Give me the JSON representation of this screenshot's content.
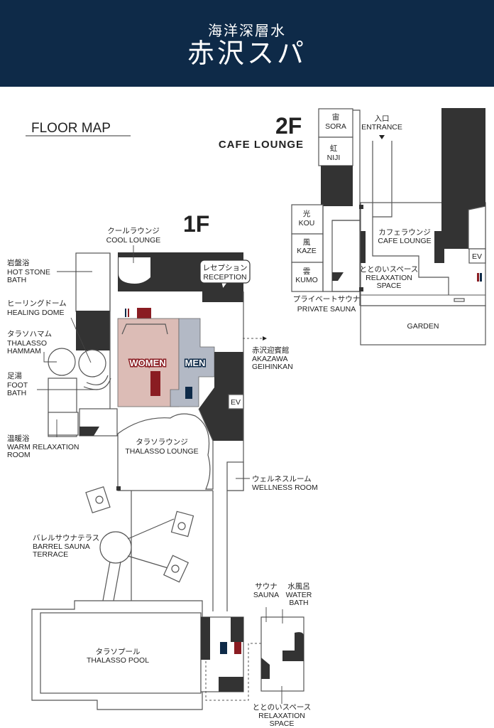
{
  "header": {
    "subtitle": "海洋深層水",
    "title": "赤沢スパ"
  },
  "colors": {
    "header_bg": "#0e2a48",
    "women": "#dcbcb6",
    "men": "#b3b9c5",
    "women_accent": "#8a1c22",
    "men_accent": "#0e2a48",
    "walls": "#333333"
  },
  "floor_map_label": "FLOOR MAP",
  "floor2": {
    "title": "2F",
    "subtitle": "CAFE LOUNGE",
    "rooms": {
      "sora": {
        "ja": "宙",
        "en": "SORA"
      },
      "niji": {
        "ja": "虹",
        "en": "NIJI"
      },
      "kou": {
        "ja": "光",
        "en": "KOU"
      },
      "kaze": {
        "ja": "風",
        "en": "KAZE"
      },
      "kumo": {
        "ja": "雲",
        "en": "KUMO"
      },
      "entrance": {
        "ja": "入口",
        "en": "ENTRANCE"
      },
      "cafe": {
        "ja": "カフェラウンジ",
        "en": "CAFE LOUNGE"
      },
      "relax": {
        "ja": "ととのいスペース",
        "en1": "RELAXATION",
        "en2": "SPACE"
      },
      "private_sauna": {
        "ja": "プライベートサウナ",
        "en": "PRIVATE SAUNA"
      },
      "ev": "EV",
      "garden": "GARDEN"
    }
  },
  "floor1": {
    "title": "1F",
    "rooms": {
      "cool": {
        "ja": "クールラウンジ",
        "en": "COOL LOUNGE"
      },
      "reception": {
        "ja": "レセプション",
        "en": "RECEPTION"
      },
      "hotstone": {
        "ja": "岩盤浴",
        "en1": "HOT STONE",
        "en2": "BATH"
      },
      "healing": {
        "ja": "ヒーリングドーム",
        "en": "HEALING DOME"
      },
      "hammam": {
        "ja": "タラソハマム",
        "en1": "THALASSO",
        "en2": "HAMMAM"
      },
      "foot": {
        "ja": "足湯",
        "en1": "FOOT",
        "en2": "BATH"
      },
      "warm": {
        "ja": "温暖浴",
        "en1": "WARM RELAXATION",
        "en2": "ROOM"
      },
      "women": "WOMEN",
      "men": "MEN",
      "akazawa": {
        "ja": "赤沢迎賓館",
        "en1": "AKAZAWA",
        "en2": "GEIHINKAN"
      },
      "ev": "EV",
      "lounge": {
        "ja": "タラソラウンジ",
        "en": "THALASSO LOUNGE"
      },
      "wellness": {
        "ja": "ウェルネスルーム",
        "en": "WELLNESS ROOM"
      },
      "barrel": {
        "ja": "バレルサウナテラス",
        "en1": "BARREL SAUNA",
        "en2": "TERRACE"
      },
      "pool": {
        "ja": "タラソプール",
        "en": "THALASSO POOL"
      },
      "sauna": {
        "ja": "サウナ",
        "en": "SAUNA"
      },
      "water": {
        "ja": "水風呂",
        "en1": "WATER",
        "en2": "BATH"
      },
      "relax": {
        "ja": "ととのいスペース",
        "en1": "RELAXATION",
        "en2": "SPACE"
      }
    }
  }
}
